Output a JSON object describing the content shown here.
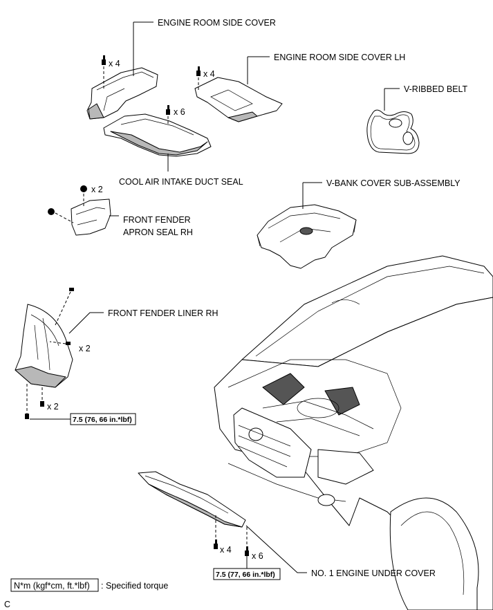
{
  "labels": {
    "engine_room_side_cover": "ENGINE ROOM SIDE COVER",
    "engine_room_side_cover_lh": "ENGINE ROOM SIDE COVER LH",
    "v_ribbed_belt": "V-RIBBED BELT",
    "cool_air_intake_duct_seal": "COOL AIR INTAKE DUCT SEAL",
    "v_bank_cover": "V-BANK COVER SUB-ASSEMBLY",
    "front_fender_apron_seal_line1": "FRONT FENDER",
    "front_fender_apron_seal_line2": "APRON SEAL RH",
    "front_fender_liner": "FRONT FENDER LINER RH",
    "engine_under_cover": "NO. 1 ENGINE UNDER COVER"
  },
  "quantities": {
    "side_cover_clips": "x 4",
    "side_cover_lh_clips": "x 4",
    "duct_seal_clips": "x 6",
    "apron_seal_clips": "x 2",
    "liner_screws": "x 2",
    "liner_bolts": "x 2",
    "under_cover_clips": "x 4",
    "under_cover_bolts": "x 6"
  },
  "torque": {
    "liner": "7.5 (76, 66 in.*lbf)",
    "under_cover": "7.5 (77, 66 in.*lbf)"
  },
  "legend": {
    "unit": "N*m (kgf*cm, ft.*lbf)",
    "text": ": Specified torque"
  },
  "corner_mark": "C"
}
